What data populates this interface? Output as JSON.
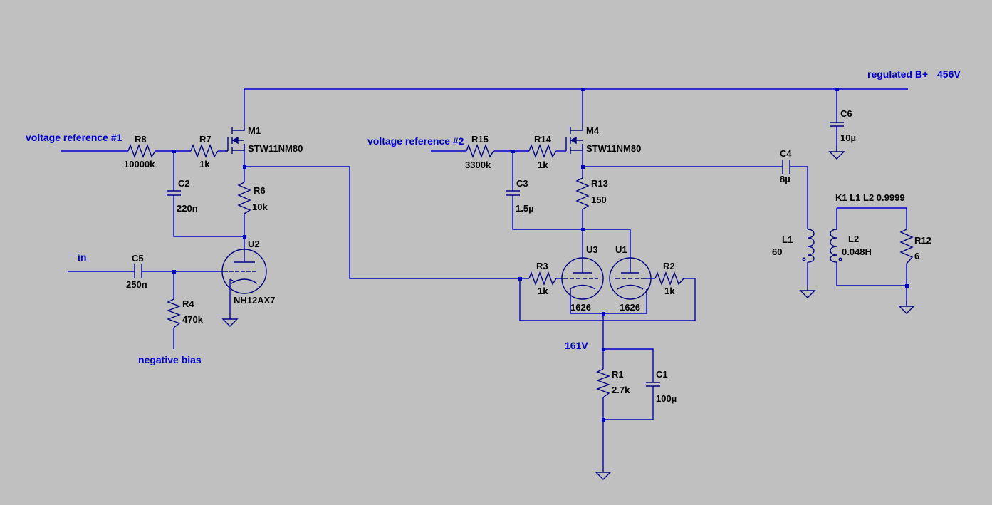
{
  "colors": {
    "background": "#c0c0c0",
    "wire": "#0000cc",
    "part": "#000080",
    "label": "#000000",
    "net_label": "#0000cc"
  },
  "nets": {
    "supply": "regulated B+",
    "supply_voltage": "456V",
    "vref1": "voltage reference #1",
    "vref2": "voltage reference #2",
    "input": "in",
    "bias": "negative bias",
    "cathode": "161V"
  },
  "components": {
    "R8": {
      "ref": "R8",
      "value": "10000k"
    },
    "R7": {
      "ref": "R7",
      "value": "1k"
    },
    "C2": {
      "ref": "C2",
      "value": "220n"
    },
    "R6": {
      "ref": "R6",
      "value": "10k"
    },
    "M1": {
      "ref": "M1",
      "value": "STW11NM80"
    },
    "U2": {
      "ref": "U2",
      "value": "NH12AX7"
    },
    "C5": {
      "ref": "C5",
      "value": "250n"
    },
    "R4": {
      "ref": "R4",
      "value": "470k"
    },
    "R15": {
      "ref": "R15",
      "value": "3300k"
    },
    "R14": {
      "ref": "R14",
      "value": "1k"
    },
    "C3": {
      "ref": "C3",
      "value": "1.5µ"
    },
    "M4": {
      "ref": "M4",
      "value": "STW11NM80"
    },
    "R13": {
      "ref": "R13",
      "value": "150"
    },
    "U3": {
      "ref": "U3",
      "value": "1626"
    },
    "U1": {
      "ref": "U1",
      "value": "1626"
    },
    "R3": {
      "ref": "R3",
      "value": "1k"
    },
    "R2": {
      "ref": "R2",
      "value": "1k"
    },
    "R1": {
      "ref": "R1",
      "value": "2.7k"
    },
    "C1": {
      "ref": "C1",
      "value": "100µ"
    },
    "C4": {
      "ref": "C4",
      "value": "8µ"
    },
    "C6": {
      "ref": "C6",
      "value": "10µ"
    },
    "L1": {
      "ref": "L1",
      "value": "60"
    },
    "L2": {
      "ref": "L2",
      "value": "0.048H"
    },
    "R12": {
      "ref": "R12",
      "value": "6"
    }
  },
  "directives": {
    "coupling": "K1 L1 L2 0.9999"
  }
}
